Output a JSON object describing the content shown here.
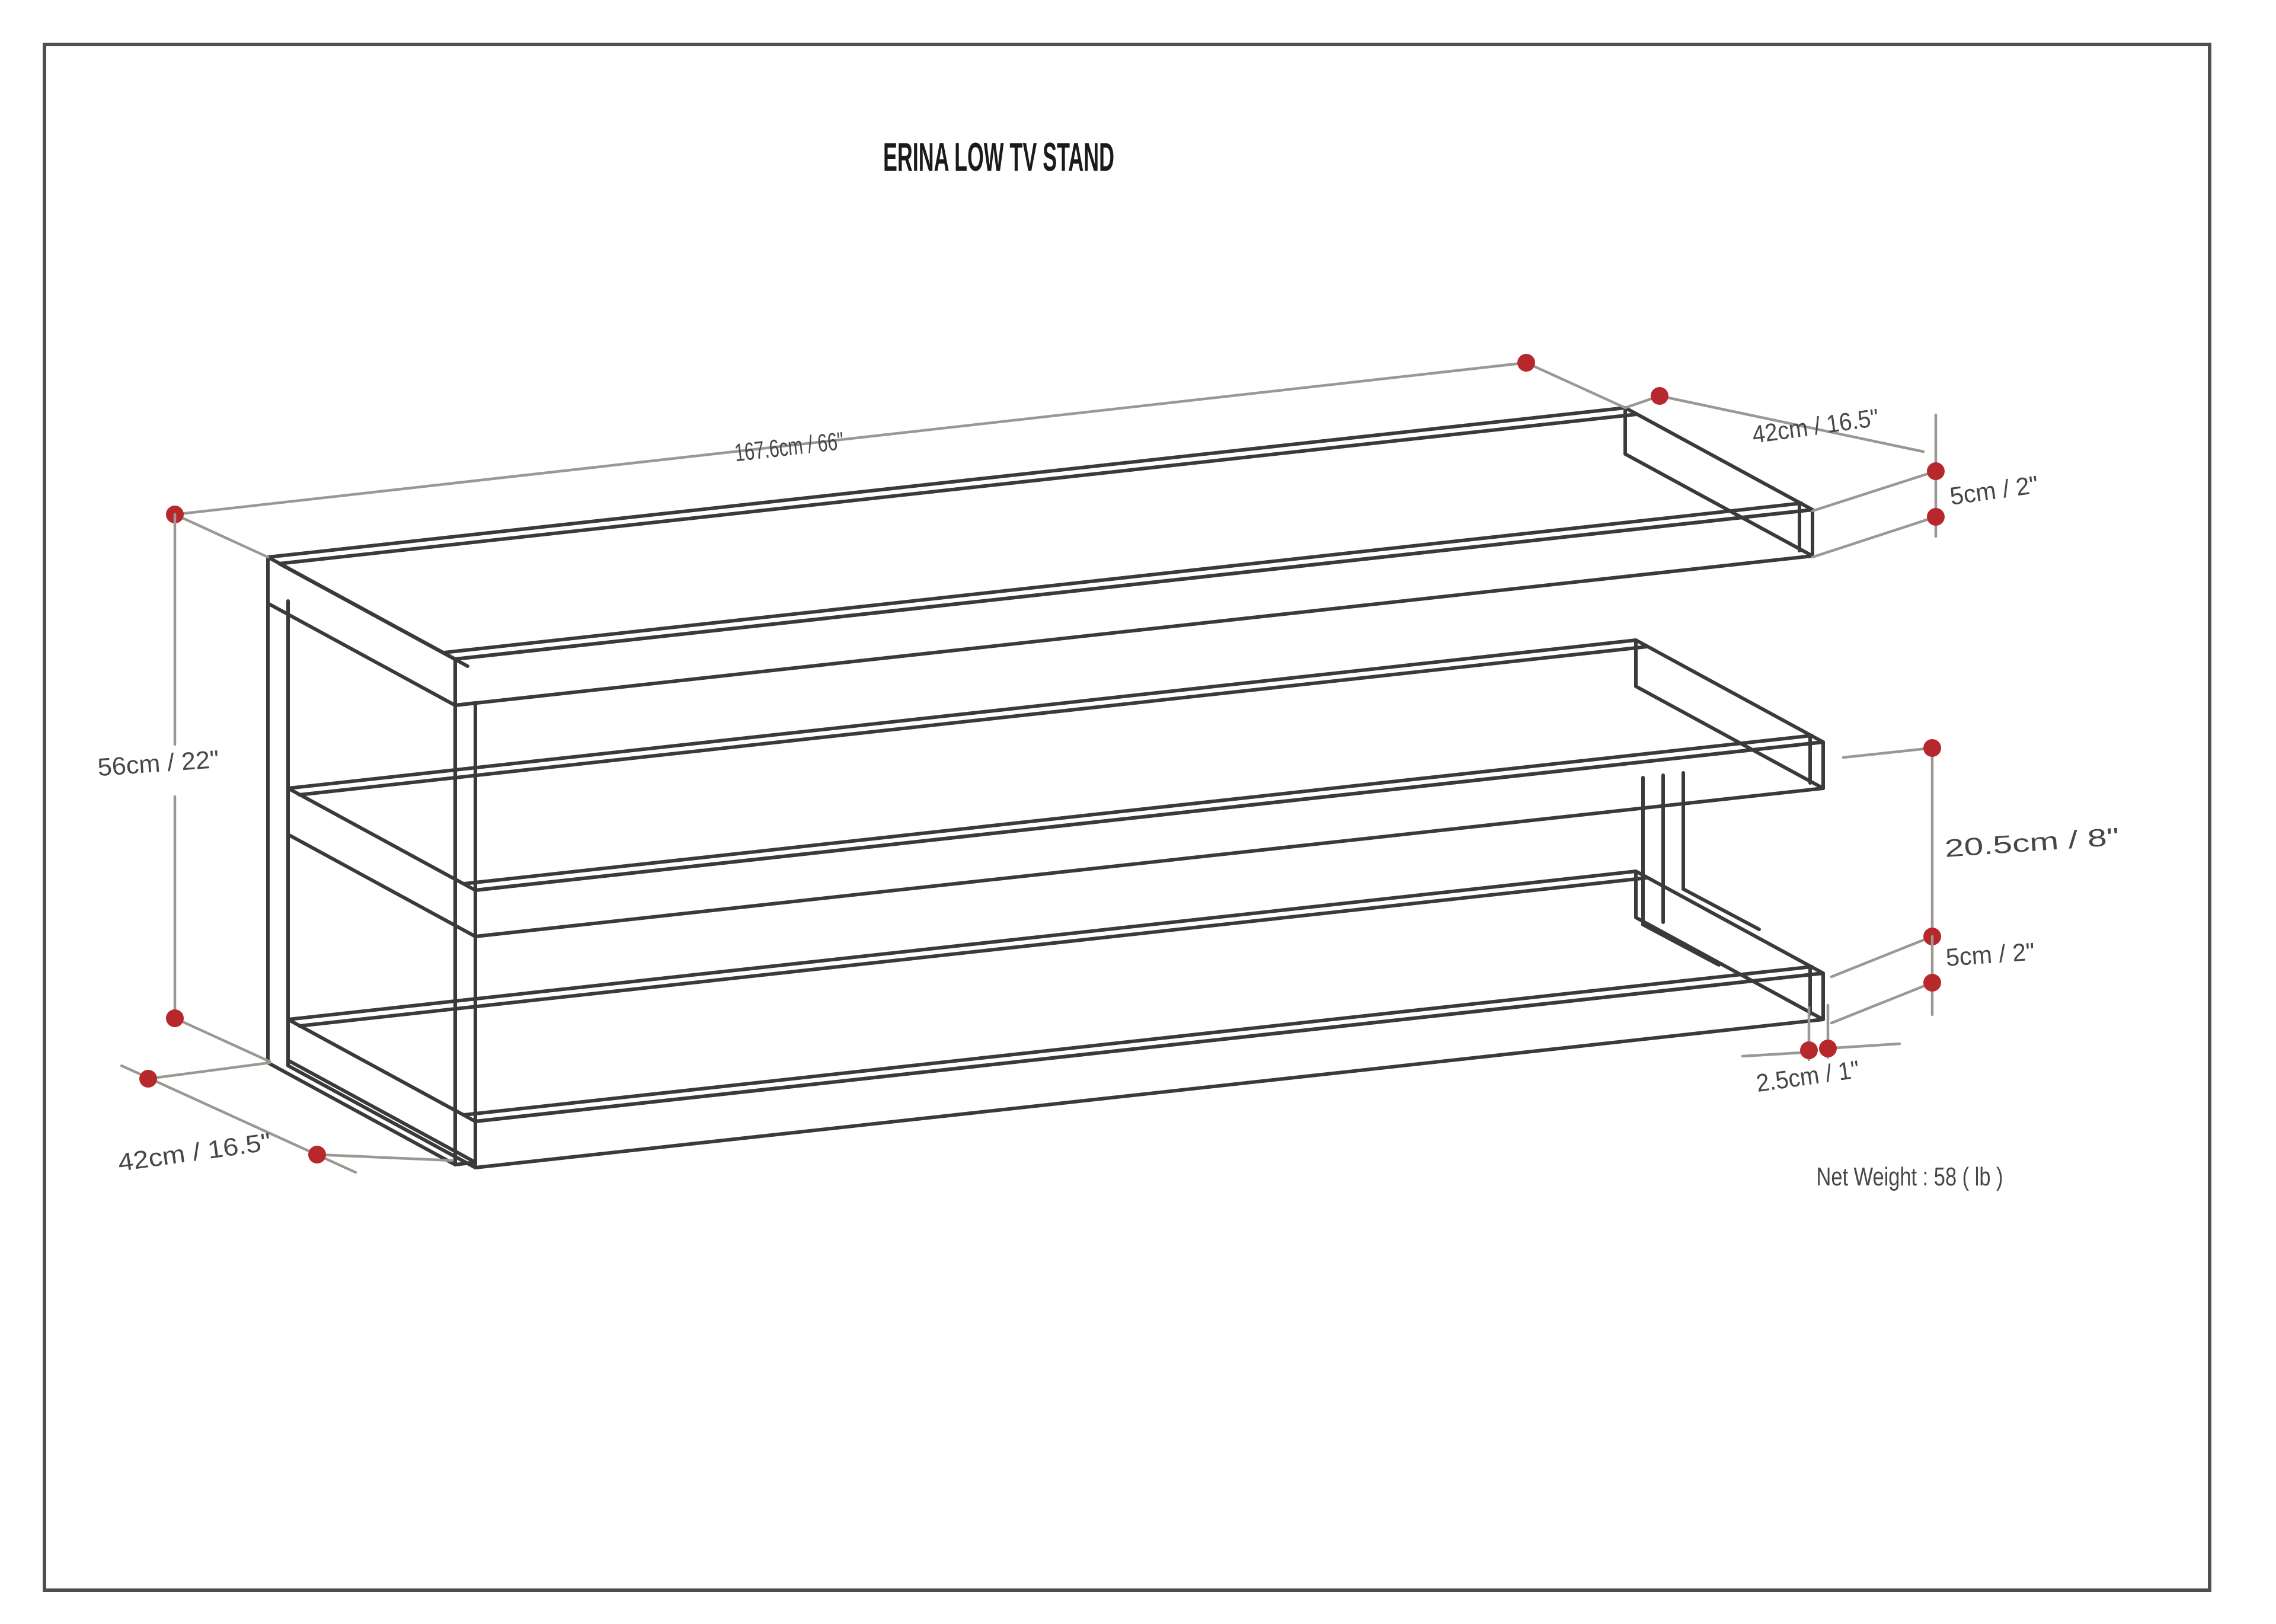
{
  "title": "ERINA LOW TV STAND",
  "dimensions": {
    "length": "167.6cm / 66\"",
    "top_depth": "42cm / 16.5\"",
    "top_thickness": "5cm / 2\"",
    "height": "56cm / 22\"",
    "shelf_gap": "20.5cm / 8\"",
    "bottom_thickness": "5cm / 2\"",
    "leg_thickness": "2.5cm / 1\"",
    "bottom_depth": "42cm / 16.5\""
  },
  "footer": {
    "net_weight": "Net Weight : 58 ( lb )"
  },
  "colors": {
    "line": "#3a3a3a",
    "dim": "#9c9792",
    "dot": "#b7282d",
    "label": "#474747",
    "title": "#1a1a1a",
    "frame": "#4f4f4f",
    "background": "#ffffff"
  }
}
